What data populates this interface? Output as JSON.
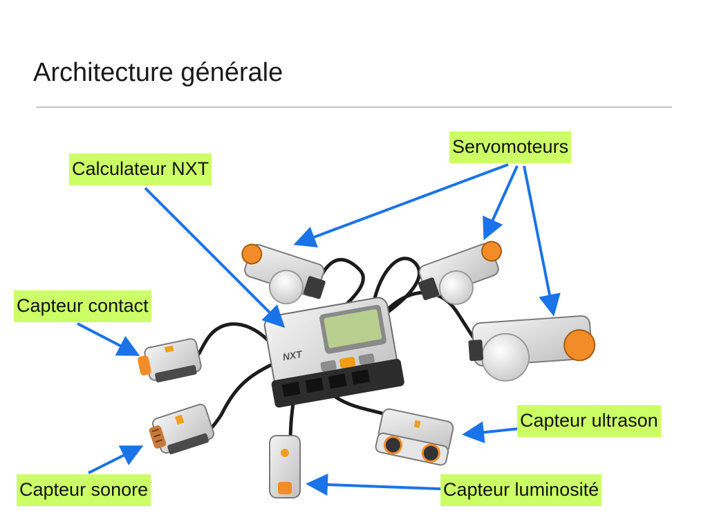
{
  "title": "Architecture générale",
  "accent_color": "#ccff66",
  "arrow_color": "#1a73e8",
  "labels": {
    "calculateur": "Calculateur NXT",
    "servomoteurs": "Servomoteurs",
    "contact": "Capteur contact",
    "ultrason": "Capteur ultrason",
    "sonore": "Capteur sonore",
    "luminosite": "Capteur luminosité"
  }
}
